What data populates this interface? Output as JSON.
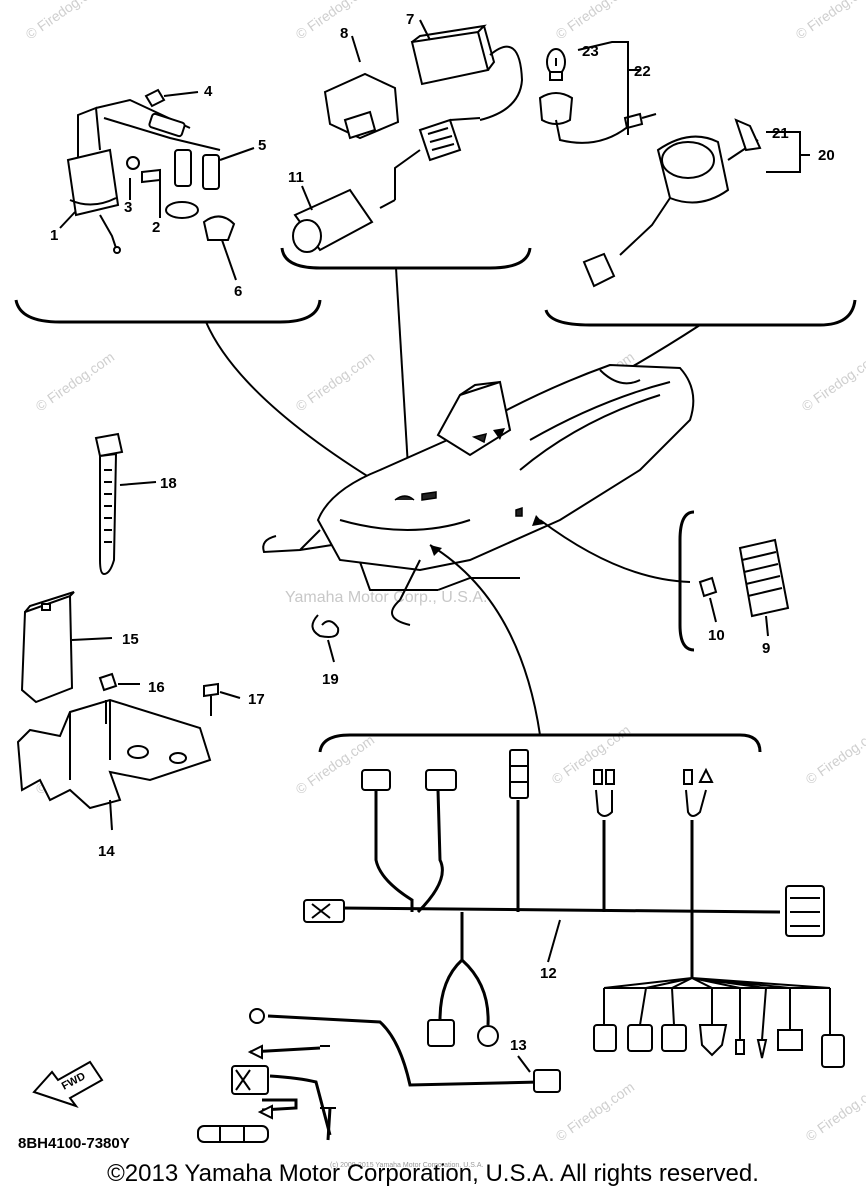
{
  "diagram": {
    "part_labels": [
      "1",
      "2",
      "3",
      "4",
      "5",
      "6",
      "7",
      "8",
      "9",
      "10",
      "11",
      "12",
      "13",
      "14",
      "15",
      "16",
      "17",
      "18",
      "19",
      "20",
      "21",
      "22",
      "23"
    ],
    "drawing_code": "8BH4100-7380Y",
    "fwd_label": "FWD",
    "center_watermark": "Yamaha Motor Corp., U.S.A.",
    "watermark_text": "© Firedog.com",
    "footer_copyright": "©2013 Yamaha Motor Corporation, U.S.A. All rights reserved.",
    "footer_small": "(c) 2009-2015 Yamaha Motor Corporation, U.S.A."
  }
}
